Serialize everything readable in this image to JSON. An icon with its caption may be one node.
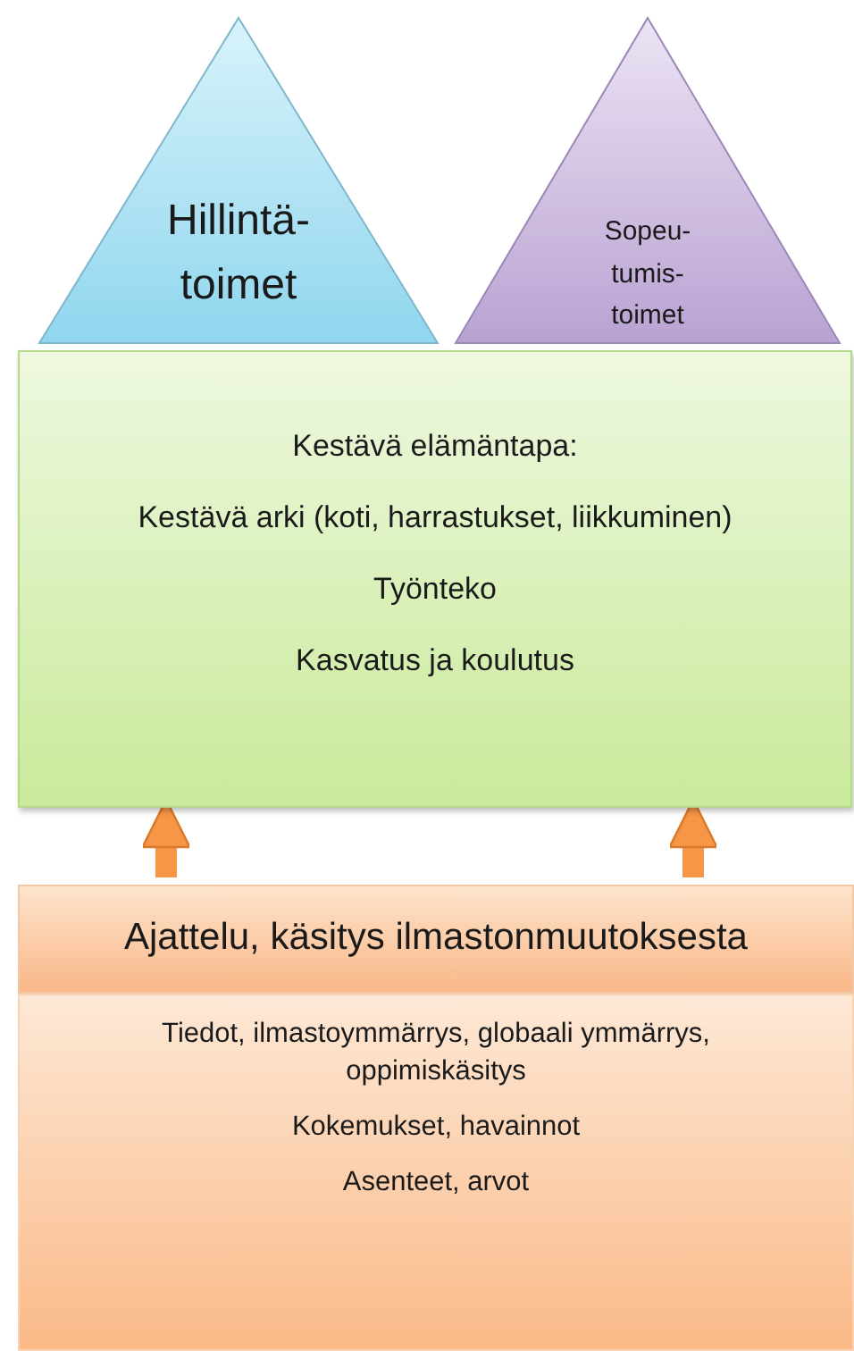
{
  "diagram": {
    "nodes": [
      {
        "text": [
          "Hillintä- toimet"
        ]
      },
      {
        "text": [
          "Sopeu- tumis- toimet"
        ]
      },
      {
        "text": [
          "Kestävä elämäntapa:",
          "Kestävä arki (koti, harrastukset, liikkuminen)",
          "Työnteko",
          "Kasvatus ja koulutus"
        ]
      },
      {
        "text": [
          "Ajattelu, käsitys ilmastonmuutoksesta"
        ]
      },
      {
        "text": [
          "Tiedot, ilmastoymmärrys, globaali ymmärrys, oppimiskäsitys",
          "Kokemukset, havainnot",
          "Asenteet, arvot"
        ]
      }
    ],
    "edges": [
      {
        "from": 3,
        "to": 2,
        "arrow": "to"
      },
      {
        "from": 3,
        "to": 2,
        "arrow": "to"
      }
    ]
  }
}
